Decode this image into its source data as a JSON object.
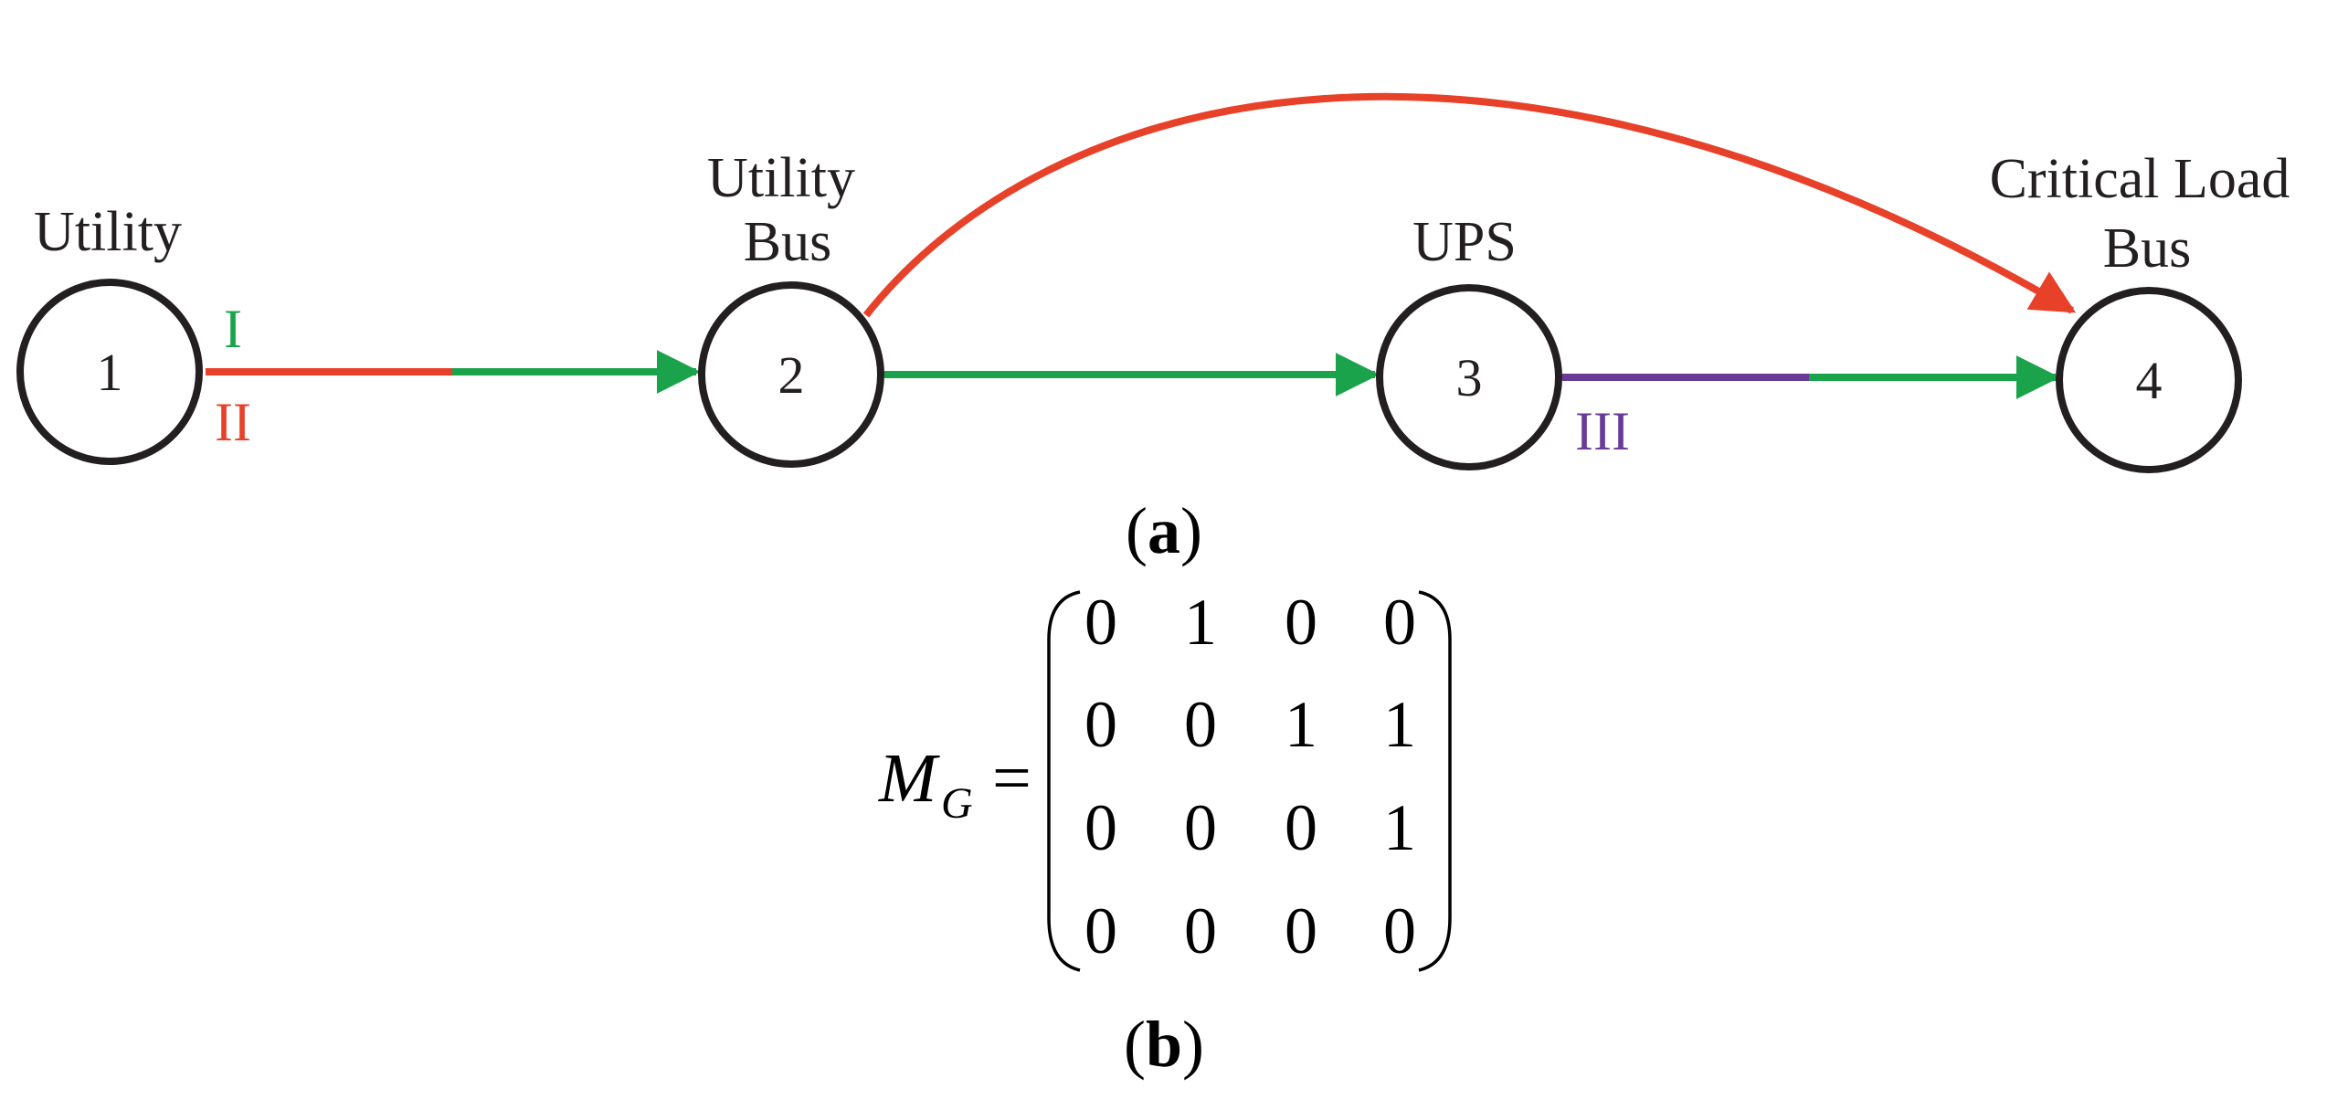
{
  "colors": {
    "green": "#1aa34a",
    "red": "#e8412a",
    "purple": "#6a3b96",
    "node_stroke": "#231f20"
  },
  "nodes": [
    {
      "id": "1",
      "label": "Utility"
    },
    {
      "id": "2",
      "label_lines": [
        "Utility",
        "Bus"
      ]
    },
    {
      "id": "3",
      "label": "UPS"
    },
    {
      "id": "4",
      "label_lines": [
        "Critical Load",
        "Bus"
      ]
    }
  ],
  "path_labels": {
    "path_I": "I",
    "path_II": "II",
    "path_III": "III"
  },
  "captions": {
    "a": {
      "open": "(",
      "letter": "a",
      "close": ")"
    },
    "b": {
      "open": "(",
      "letter": "b",
      "close": ")"
    }
  },
  "matrix": {
    "symbol": "M",
    "subscript": "G",
    "equals": "=",
    "rows": [
      [
        "0",
        "1",
        "0",
        "0"
      ],
      [
        "0",
        "0",
        "1",
        "1"
      ],
      [
        "0",
        "0",
        "0",
        "1"
      ],
      [
        "0",
        "0",
        "0",
        "0"
      ]
    ]
  }
}
